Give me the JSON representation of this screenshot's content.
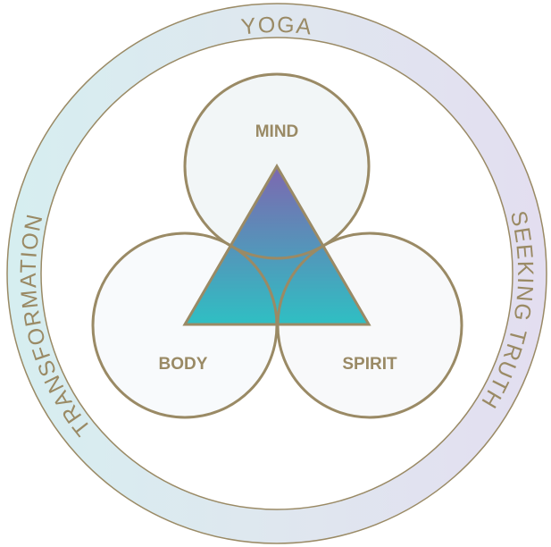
{
  "diagram": {
    "ring_labels": {
      "top": "YOGA",
      "left": "TRANSFORMATION",
      "right": "SEEKING TRUTH"
    },
    "circles": {
      "mind": "MIND",
      "body": "BODY",
      "spirit": "SPIRIT"
    },
    "colors": {
      "stroke": "#9a8a65",
      "ring_left": "#d6eef0",
      "ring_top": "#dfe7ef",
      "ring_right": "#e3def0",
      "triangle_top": "#7d67b0",
      "triangle_bottom": "#2fbfc3"
    }
  }
}
